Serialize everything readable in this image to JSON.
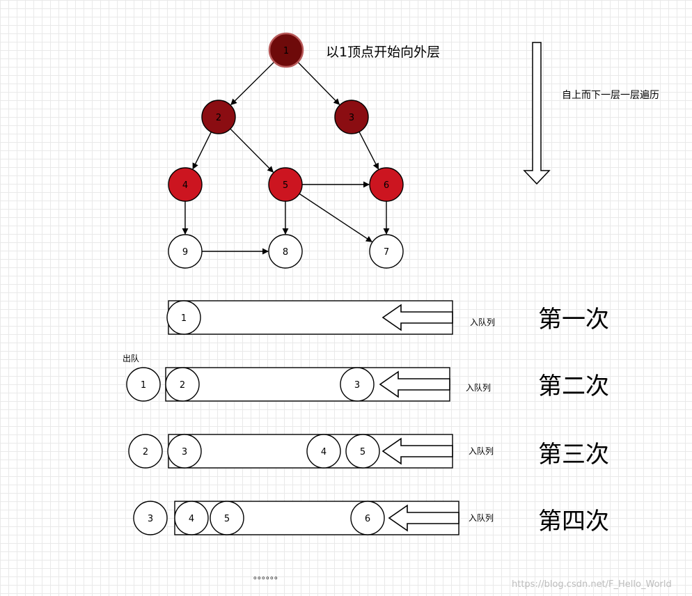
{
  "colors": {
    "level0": "#6e0a0a",
    "level0_stroke": "#b85a5a",
    "level1": "#8b0d12",
    "level2": "#cc1520",
    "unvisited": "#ffffff",
    "line": "#000000",
    "watermark": "#bdbdbd"
  },
  "graph": {
    "title": "以1顶点开始向外层",
    "direction_label": "自上而下一层一层遍历",
    "nodes": [
      {
        "id": "1",
        "level": 0
      },
      {
        "id": "2",
        "level": 1
      },
      {
        "id": "3",
        "level": 1
      },
      {
        "id": "4",
        "level": 2
      },
      {
        "id": "5",
        "level": 2
      },
      {
        "id": "6",
        "level": 2
      },
      {
        "id": "9",
        "level": 3
      },
      {
        "id": "8",
        "level": 3
      },
      {
        "id": "7",
        "level": 3
      }
    ],
    "edges": [
      [
        "1",
        "2"
      ],
      [
        "1",
        "3"
      ],
      [
        "2",
        "4"
      ],
      [
        "2",
        "5"
      ],
      [
        "3",
        "6"
      ],
      [
        "5",
        "6"
      ],
      [
        "4",
        "9"
      ],
      [
        "5",
        "8"
      ],
      [
        "5",
        "7"
      ],
      [
        "6",
        "7"
      ],
      [
        "9",
        "8"
      ]
    ]
  },
  "queue": {
    "dequeue_label": "出队",
    "enqueue_label": "入队列",
    "rows": [
      {
        "label": "第一次",
        "dequeued": "",
        "items": [
          "1"
        ]
      },
      {
        "label": "第二次",
        "dequeued": "1",
        "items": [
          "2",
          "3"
        ]
      },
      {
        "label": "第三次",
        "dequeued": "2",
        "items": [
          "3",
          "4",
          "5"
        ]
      },
      {
        "label": "第四次",
        "dequeued": "3",
        "items": [
          "4",
          "5",
          "6"
        ]
      }
    ]
  },
  "ellipsis": "。。。。。。",
  "watermark": "https://blog.csdn.net/F_Hello_World"
}
